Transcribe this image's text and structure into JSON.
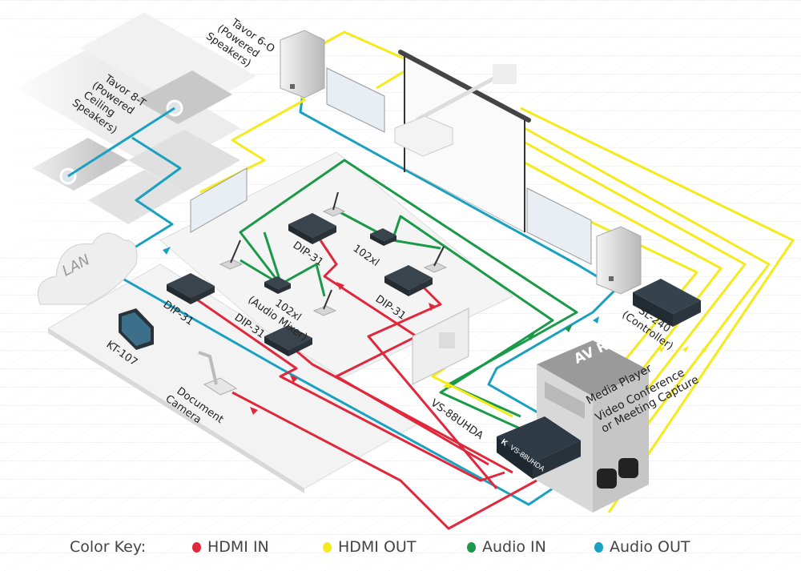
{
  "legend": {
    "title": "Color Key:",
    "items": [
      {
        "label": "HDMI IN",
        "color": "#e0283c"
      },
      {
        "label": "HDMI OUT",
        "color": "#f4ea1c"
      },
      {
        "label": "Audio IN",
        "color": "#1a9a48"
      },
      {
        "label": "Audio OUT",
        "color": "#1aa0c0"
      }
    ]
  },
  "labels": {
    "tavor8t": [
      "Tavor 8-T",
      "(Powered",
      "Ceiling",
      "Speakers)"
    ],
    "tavor6o": [
      "Tavor 6-O",
      "(Powered",
      "Speakers)"
    ],
    "lan": "LAN",
    "kt107": "KT-107",
    "doc_camera": [
      "Document",
      "Camera"
    ],
    "dip31": "DIP-31",
    "mixer": [
      "102xl",
      "(Audio Mixer)"
    ],
    "mixer2": "102xl",
    "sl240": [
      "SL-240",
      "(Controller)"
    ],
    "av_rack": "AV Rack",
    "rack_items": [
      "Media Player",
      "Video Conference",
      "or Meeting Capture"
    ],
    "switcher": "VS-88UHDA",
    "switcher_front": "VS-88UHDA",
    "brand_mark": "K"
  },
  "colors": {
    "hdmi_in": "#e0283c",
    "hdmi_out": "#f4ea1c",
    "audio_in": "#1a9a48",
    "audio_out": "#1aa0c0",
    "device_dark": "#2e3a44",
    "grid": "#e6e6e6"
  }
}
